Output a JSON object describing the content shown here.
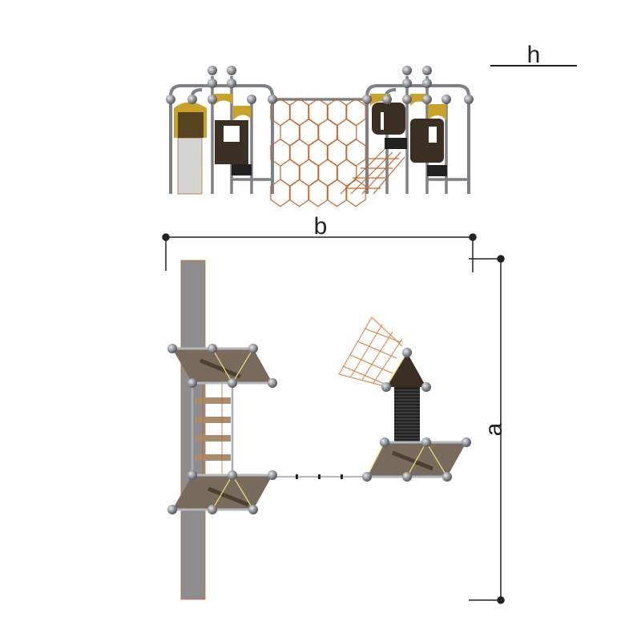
{
  "labels": {
    "height": "h",
    "width": "b",
    "length": "a"
  },
  "colors": {
    "steel": "#8a8d92",
    "panel": "#3b2e22",
    "yellow": "#c9a227",
    "rope": "#c8642a",
    "platform": "#786a5c",
    "dimension": "#222222"
  }
}
